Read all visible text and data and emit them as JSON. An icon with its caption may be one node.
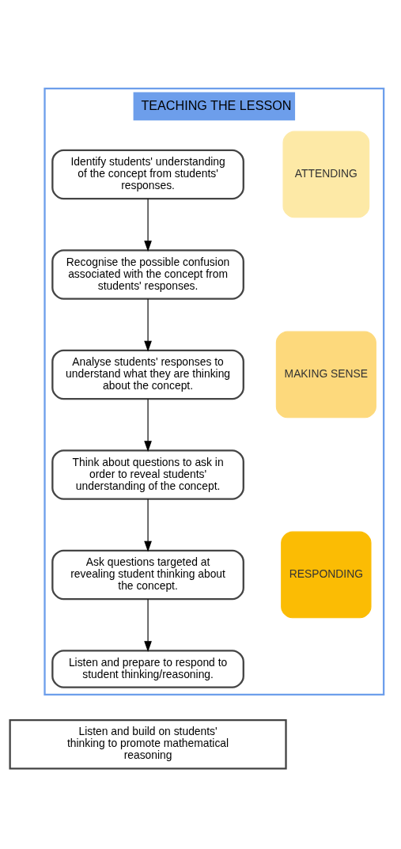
{
  "diagram": {
    "nodes": [
      {
        "text": [
          "TEACHING THE LESSON"
        ]
      },
      {
        "text": [
          "ATTENDING"
        ],
        "in": 0
      },
      {
        "text": [
          "Identify students' understanding of the concept from students' responses."
        ],
        "in": 0
      },
      {
        "text": [
          "Recognise the possible confusion associated with the concept from students' responses."
        ],
        "in": 0
      },
      {
        "text": [
          "MAKING SENSE"
        ],
        "in": 0
      },
      {
        "text": [
          "Analyse students' responses to understand what they are thinking about the concept."
        ],
        "in": 0
      },
      {
        "text": [
          "Think about questions to ask in order to reveal students' understanding of the concept."
        ],
        "in": 0
      },
      {
        "text": [
          "RESPONDING"
        ],
        "in": 0
      },
      {
        "text": [
          "Ask questions targeted at revealing student thinking about the concept."
        ],
        "in": 0
      },
      {
        "text": [
          "Listen and prepare to respond to student thinking/reasoning."
        ],
        "in": 0
      },
      {
        "text": [
          "Listen and build on students' thinking to promote mathematical reasoning"
        ]
      }
    ],
    "edges": [
      {
        "from": 2,
        "to": 3,
        "arrow": "to"
      },
      {
        "from": 3,
        "to": 5,
        "arrow": "to"
      },
      {
        "from": 5,
        "to": 6,
        "arrow": "to"
      },
      {
        "from": 6,
        "to": 8,
        "arrow": "to"
      },
      {
        "from": 8,
        "to": 9,
        "arrow": "to"
      }
    ]
  }
}
